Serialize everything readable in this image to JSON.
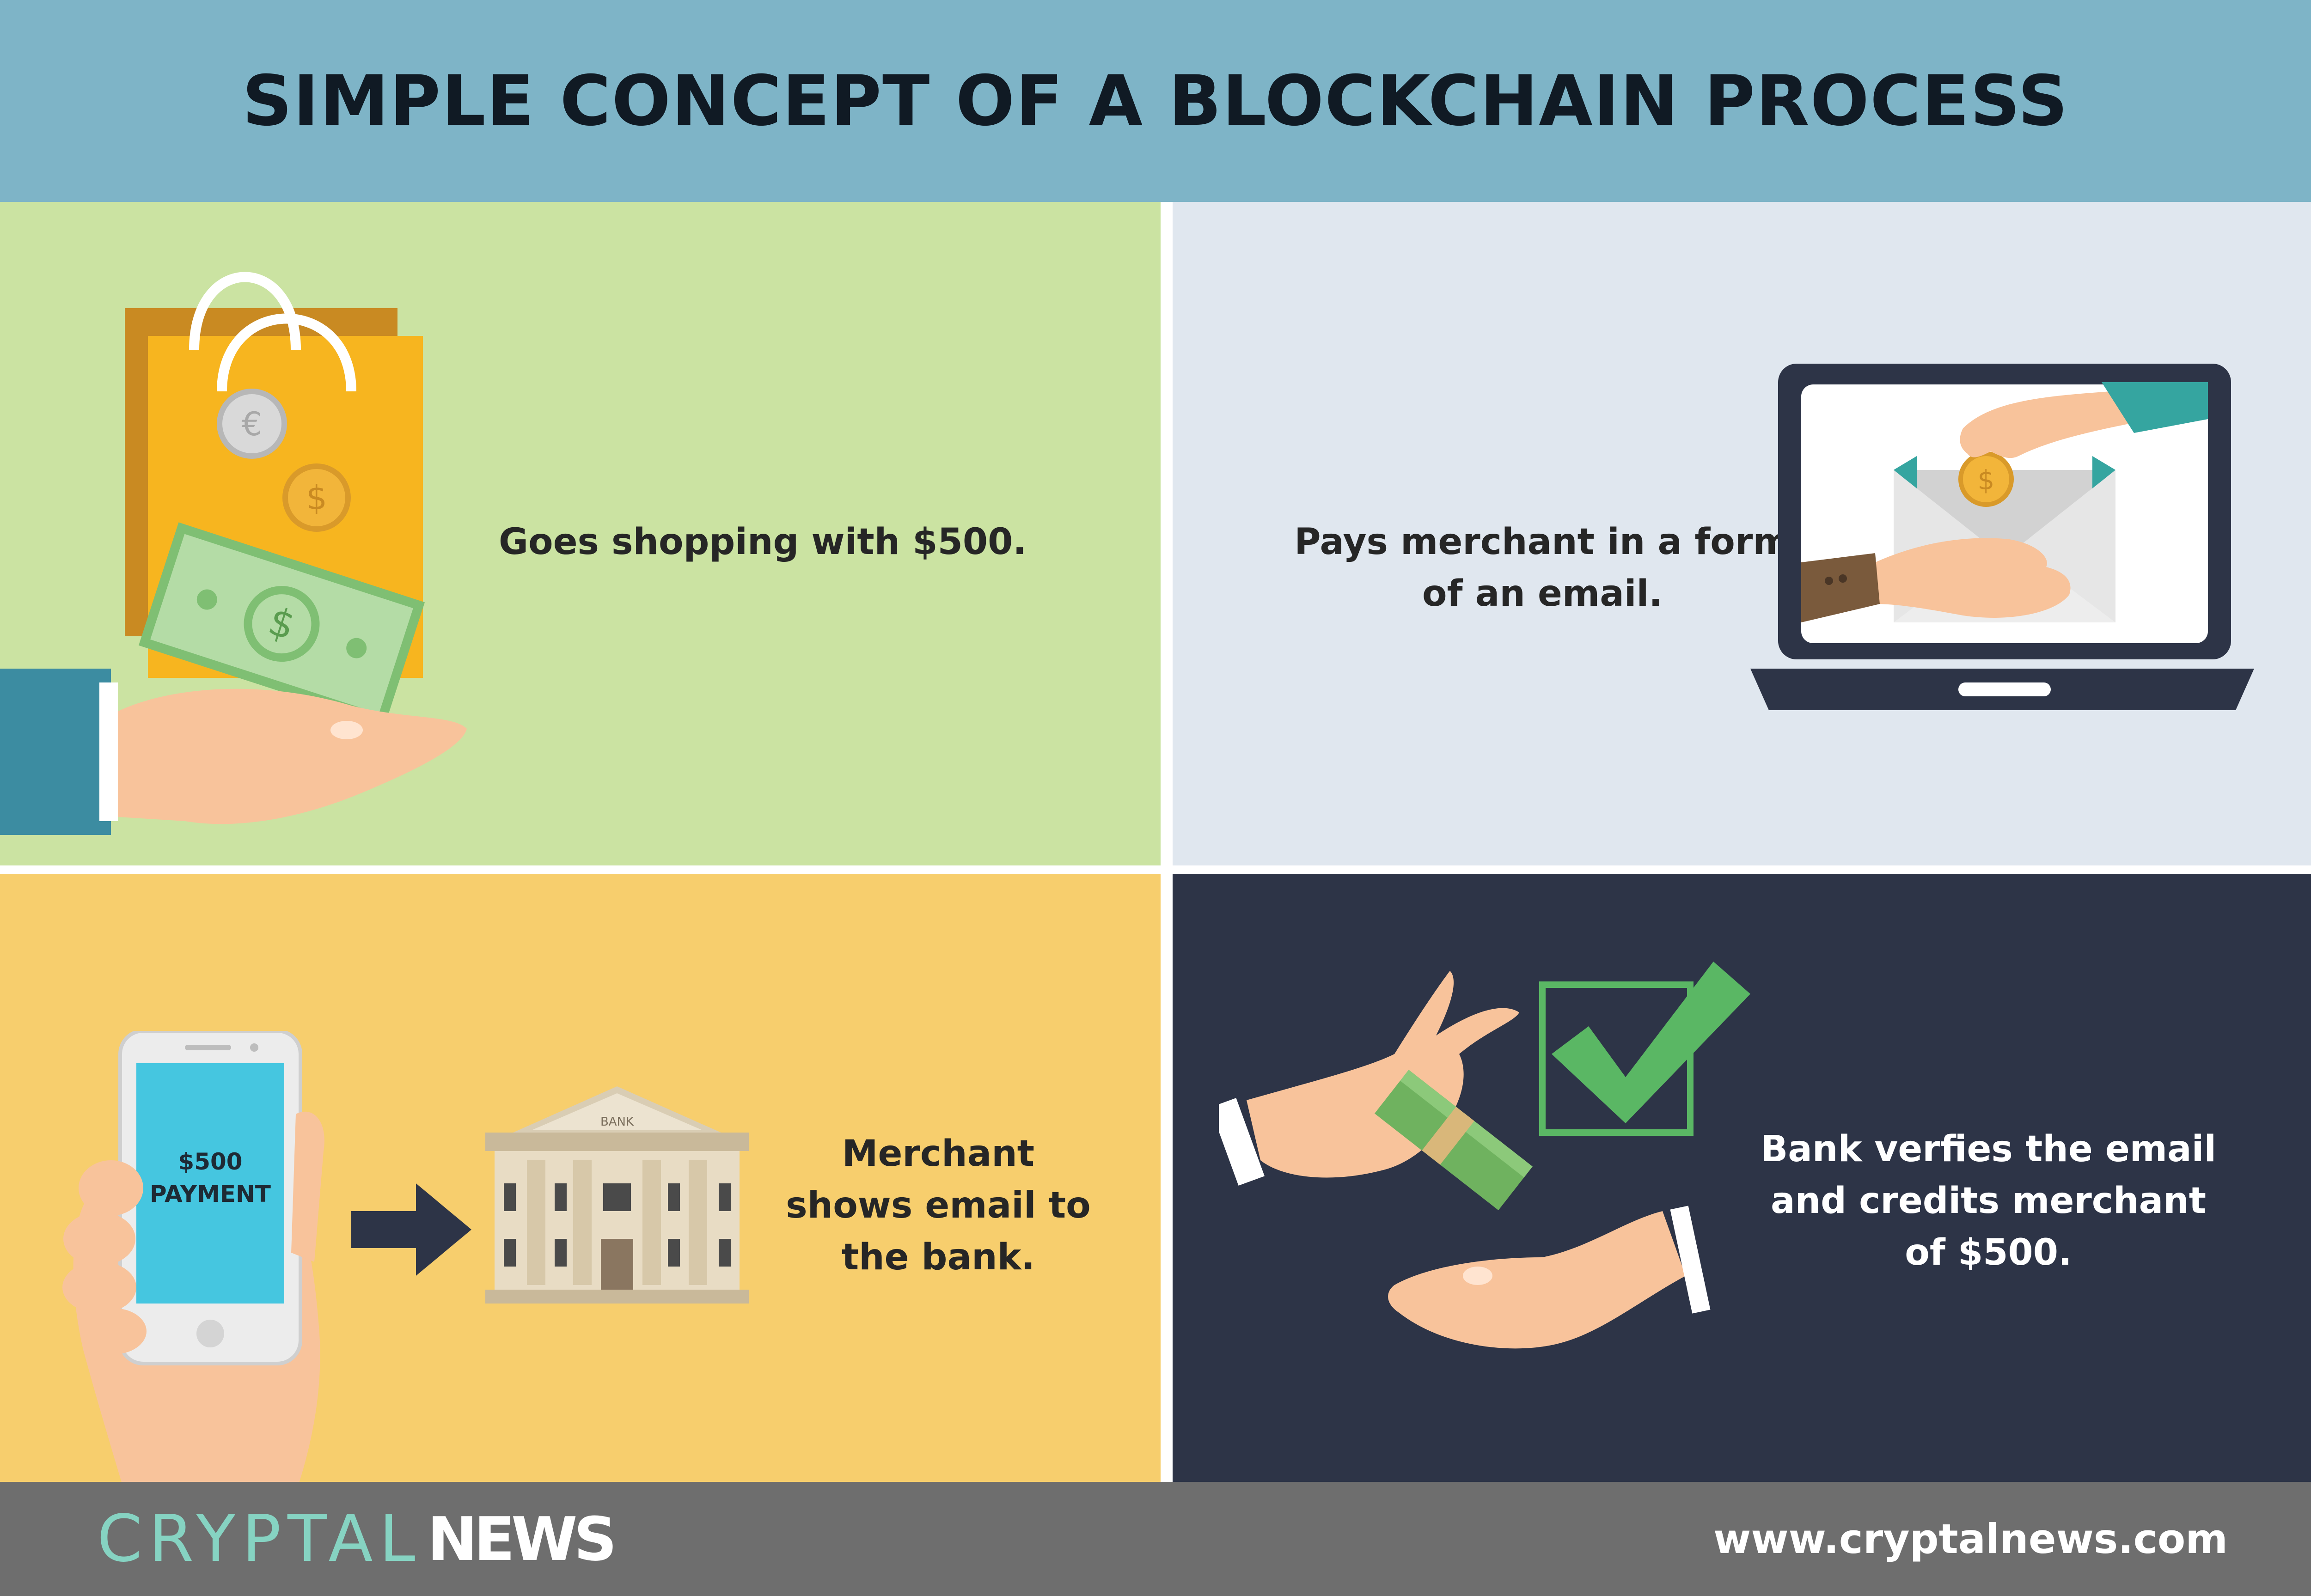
{
  "header": {
    "title": "SIMPLE CONCEPT OF A BLOCKCHAIN PROCESS"
  },
  "steps": [
    {
      "lines": [
        "Goes shopping with $500."
      ]
    },
    {
      "lines": [
        "Pays merchant in a form",
        "of an email."
      ]
    },
    {
      "lines": [
        "Merchant",
        "shows email to",
        "the bank."
      ]
    },
    {
      "lines": [
        "Bank verfies the email",
        "and credits merchant",
        "of $500."
      ]
    }
  ],
  "phone": {
    "amount": "$500",
    "label": "PAYMENT"
  },
  "bank_sign": "BANK",
  "footer": {
    "brand_light": "CRYPTAL",
    "brand_bold": "NEWS",
    "url": "www.cryptalnews.com"
  },
  "colors": {
    "header_bg": "#7eb4c7",
    "panel_green": "#cbe3a2",
    "panel_blue": "#e0e7ef",
    "panel_yellow": "#f7ce6d",
    "panel_navy": "#2d3447",
    "footer_bg": "#6e6e6e",
    "brand_accent": "#86d3c2"
  }
}
